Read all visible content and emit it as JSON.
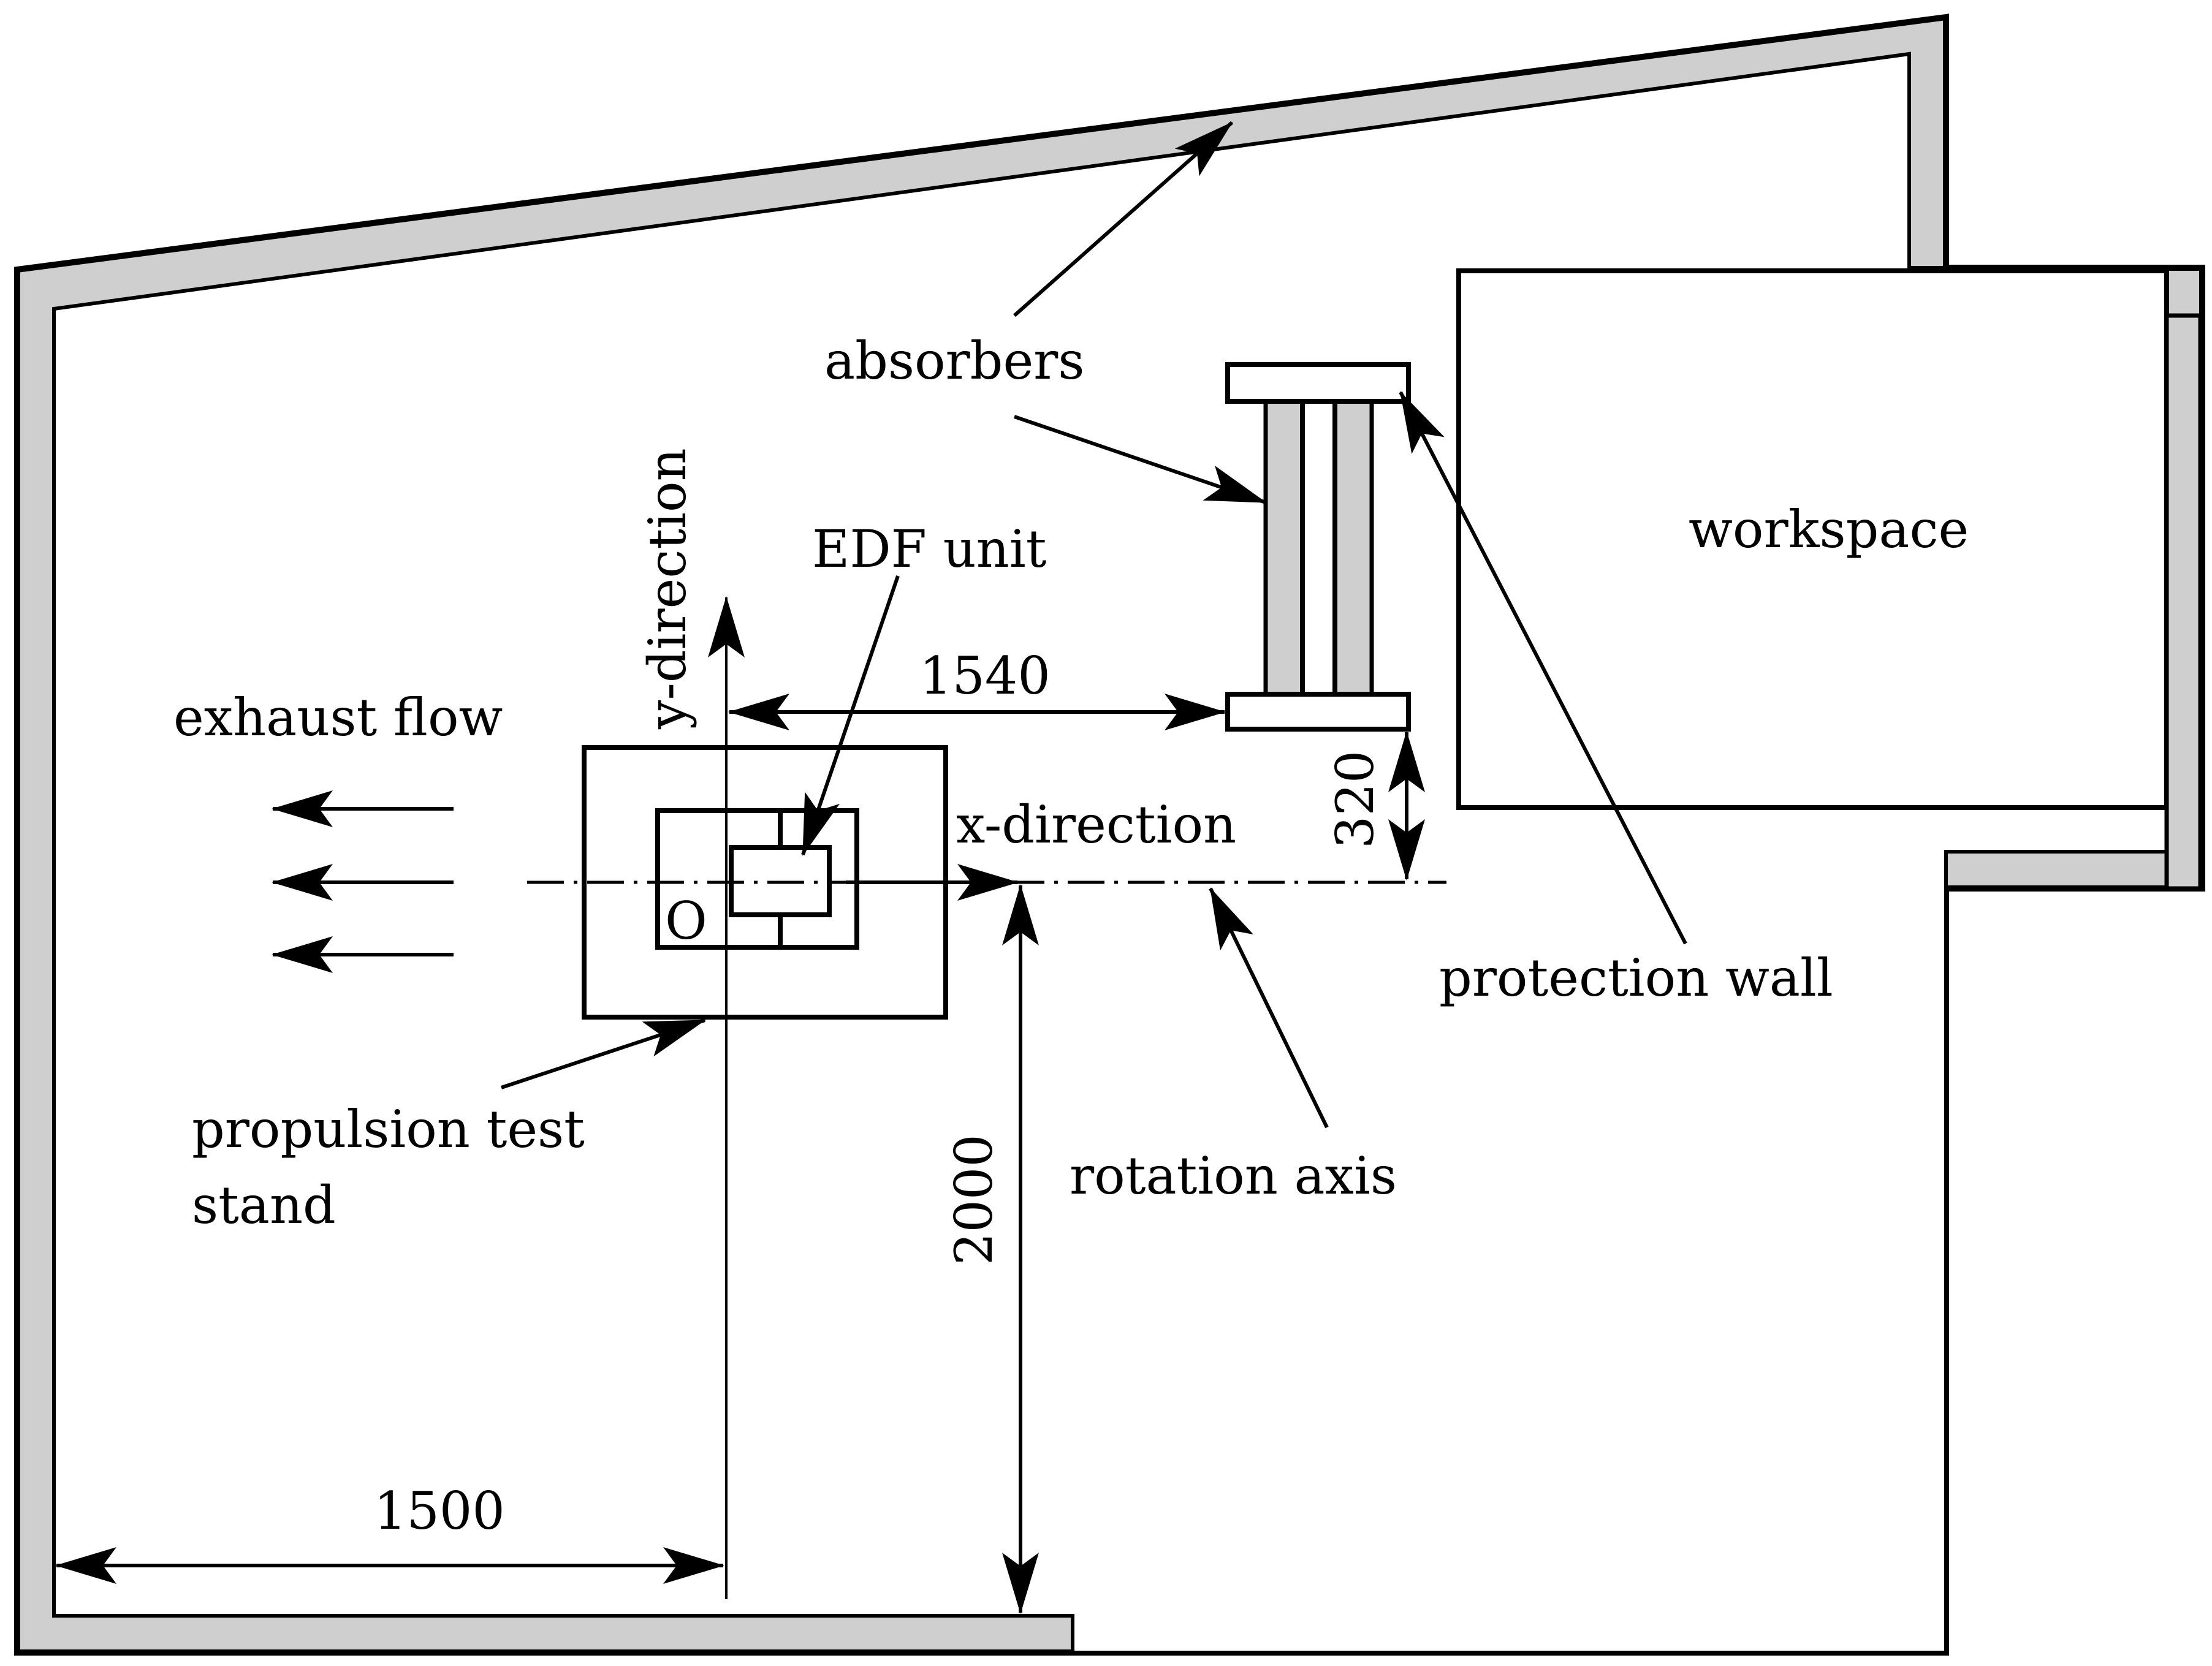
{
  "labels": {
    "absorbers": "absorbers",
    "workspace": "workspace",
    "edf_unit": "EDF unit",
    "y_direction": "y-direction",
    "x_direction": "x-direction",
    "exhaust_flow": "exhaust flow",
    "origin": "O",
    "protection_wall": "protection wall",
    "propulsion_test_line1": "propulsion test",
    "propulsion_test_line2": "stand",
    "rotation_axis": "rotation axis"
  },
  "dimensions": {
    "d1540": "1540",
    "d320": "320",
    "d2000": "2000",
    "d1500": "1500"
  }
}
